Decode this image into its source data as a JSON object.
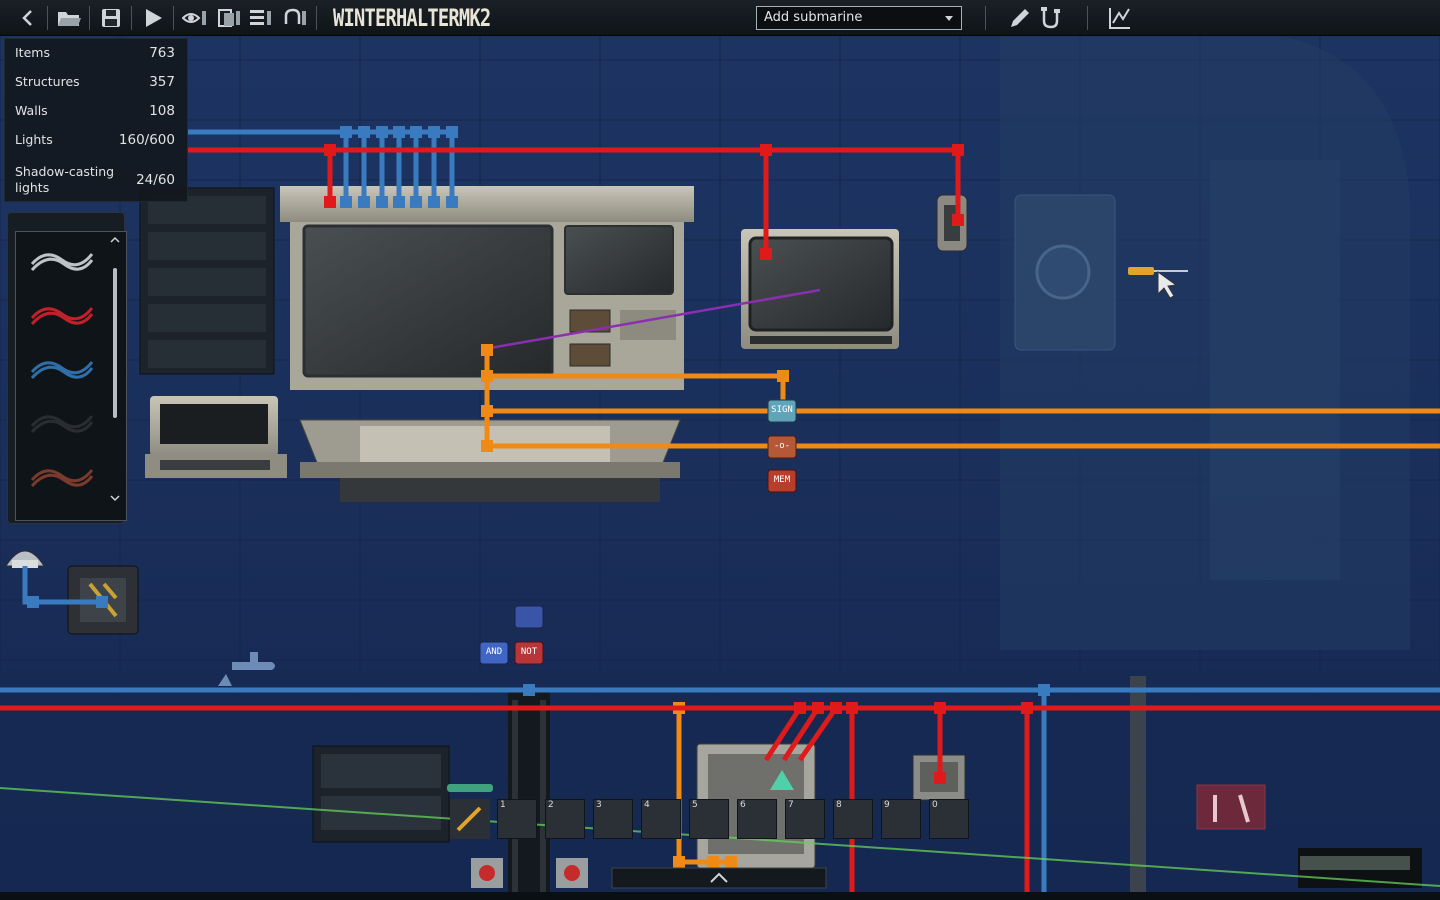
{
  "toolbar": {
    "submarine_name": "WINTERHALTERMK2",
    "add_submarine_label": "Add submarine",
    "icons": [
      "back-icon",
      "open-folder-icon",
      "save-icon",
      "play-icon",
      "visibility-icon",
      "layers-icon",
      "list-icon",
      "undo-icon",
      "pencil-icon",
      "wiring-mode-icon",
      "graph-icon"
    ]
  },
  "stats": {
    "items_label": "Items",
    "items_value": "763",
    "structures_label": "Structures",
    "structures_value": "357",
    "walls_label": "Walls",
    "walls_value": "108",
    "lights_label": "Lights",
    "lights_value": "160/600",
    "shadow_label_1": "Shadow-casting",
    "shadow_label_2": "lights",
    "shadow_value": "24/60"
  },
  "wire_palette": {
    "items": [
      {
        "name": "white-wire",
        "color": "#bfc3c6"
      },
      {
        "name": "red-wire",
        "color": "#c4202a"
      },
      {
        "name": "blue-wire",
        "color": "#2f6ea8"
      },
      {
        "name": "black-wire",
        "color": "#2a2d30"
      },
      {
        "name": "brown-wire",
        "color": "#7a3a2c"
      }
    ]
  },
  "components": {
    "signal_label": "SIGN",
    "delay_label": "-o-",
    "memory_label": "MEM",
    "and_label": "AND",
    "not_label": "NOT"
  },
  "hotbar": {
    "slots": [
      "1",
      "2",
      "3",
      "4",
      "5",
      "6",
      "7",
      "8",
      "9",
      "0"
    ]
  },
  "colors": {
    "red_wire": "#e01a1a",
    "blue_wire": "#3a7bc0",
    "orange_wire": "#f08a16",
    "green_beam": "#66d05a",
    "purple_wire": "#8a2fb0"
  }
}
